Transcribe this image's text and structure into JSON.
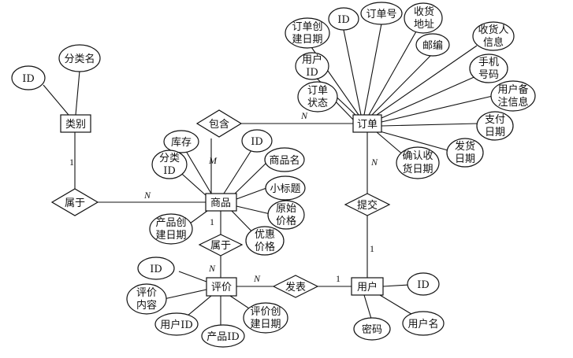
{
  "entities": {
    "category": "类别",
    "order": "订单",
    "product": "商品",
    "review": "评价",
    "user": "用户"
  },
  "relationships": {
    "contains": "包含",
    "belongs_product_category": "属于",
    "submits": "提交",
    "belongs_review_product": "属于",
    "publishes": "发表"
  },
  "attributes": {
    "category_id": "ID",
    "category_name": "分类名",
    "order_created": [
      "订单创",
      "建日期"
    ],
    "order_id": "ID",
    "order_no": "订单号",
    "order_address": [
      "收货",
      "地址"
    ],
    "order_zip": "邮编",
    "order_receiver": [
      "收货人",
      "信息"
    ],
    "order_phone": [
      "手机",
      "号码"
    ],
    "order_note": [
      "用户备",
      "注信息"
    ],
    "order_pay_date": [
      "支付",
      "日期"
    ],
    "order_ship_date": [
      "发货",
      "日期"
    ],
    "order_confirm_date": [
      "确认收",
      "货日期"
    ],
    "order_status": [
      "订单",
      "状态"
    ],
    "order_user_id": [
      "用户",
      "ID"
    ],
    "product_stock": "库存",
    "product_id": "ID",
    "product_name": "商品名",
    "product_category_id": [
      "分类",
      "ID"
    ],
    "product_subtitle": "小标题",
    "product_orig_price": [
      "原始",
      "价格"
    ],
    "product_created": [
      "产品创",
      "建日期"
    ],
    "product_promo_price": [
      "优惠",
      "价格"
    ],
    "review_id": "ID",
    "review_content": [
      "评价",
      "内容"
    ],
    "review_user_id": "用户ID",
    "review_product_id": "产品ID",
    "review_created": [
      "评价创",
      "建日期"
    ],
    "user_id": "ID",
    "user_password": "密码",
    "user_name": "用户名"
  },
  "cardinalities": {
    "contains_order": "N",
    "contains_product": "M",
    "category_belongs": "1",
    "belongs_product": "N",
    "order_submits": "N",
    "submits_user": "1",
    "product_belongs_review": "1",
    "belongs_review": "N",
    "review_publishes": "N",
    "publishes_user": "1"
  }
}
